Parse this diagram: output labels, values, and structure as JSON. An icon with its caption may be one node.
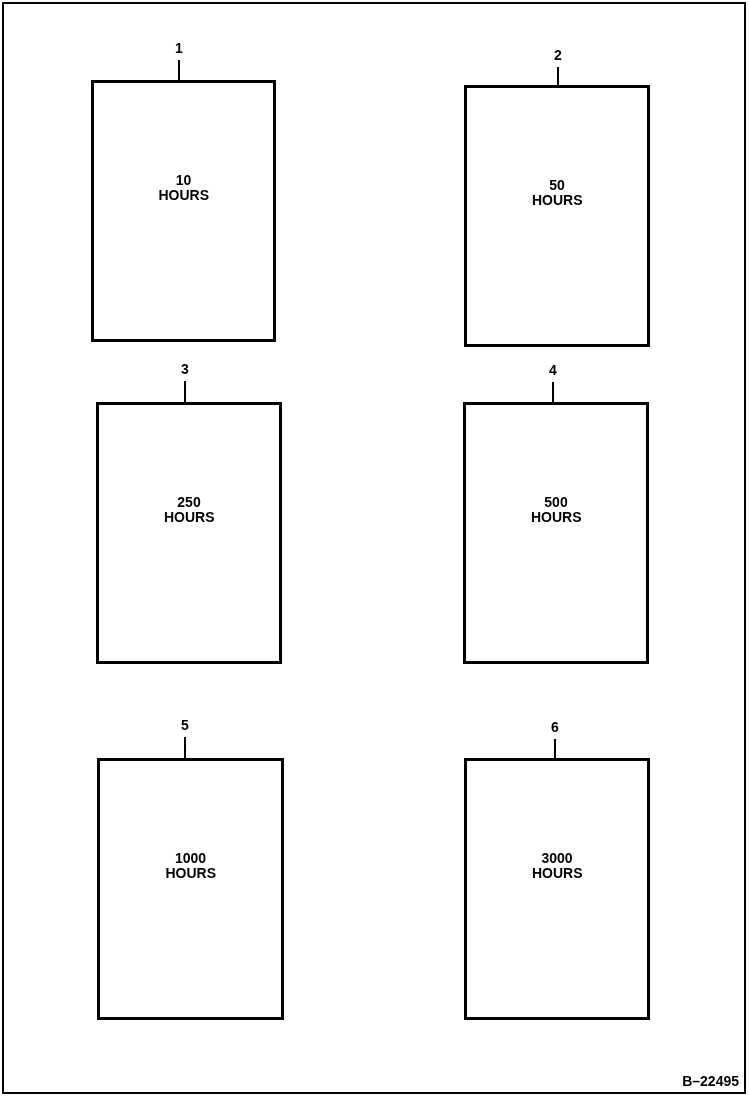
{
  "diagram": {
    "nodes": [
      {
        "text": [
          "1"
        ]
      },
      {
        "text": [
          "10 HOURS"
        ]
      },
      {
        "text": [
          "2"
        ]
      },
      {
        "text": [
          "50 HOURS"
        ]
      },
      {
        "text": [
          "3"
        ]
      },
      {
        "text": [
          "250 HOURS"
        ]
      },
      {
        "text": [
          "4"
        ]
      },
      {
        "text": [
          "500 HOURS"
        ]
      },
      {
        "text": [
          "5"
        ]
      },
      {
        "text": [
          "1000 HOURS"
        ]
      },
      {
        "text": [
          "6"
        ]
      },
      {
        "text": [
          "3000 HOURS"
        ]
      }
    ],
    "edges": [
      {
        "from": 0,
        "to": 1,
        "arrow": "none"
      },
      {
        "from": 2,
        "to": 3,
        "arrow": "none"
      },
      {
        "from": 4,
        "to": 5,
        "arrow": "none"
      },
      {
        "from": 6,
        "to": 7,
        "arrow": "none"
      },
      {
        "from": 8,
        "to": 9,
        "arrow": "none"
      },
      {
        "from": 10,
        "to": 11,
        "arrow": "none"
      }
    ],
    "labels": [
      "B–22495"
    ]
  }
}
